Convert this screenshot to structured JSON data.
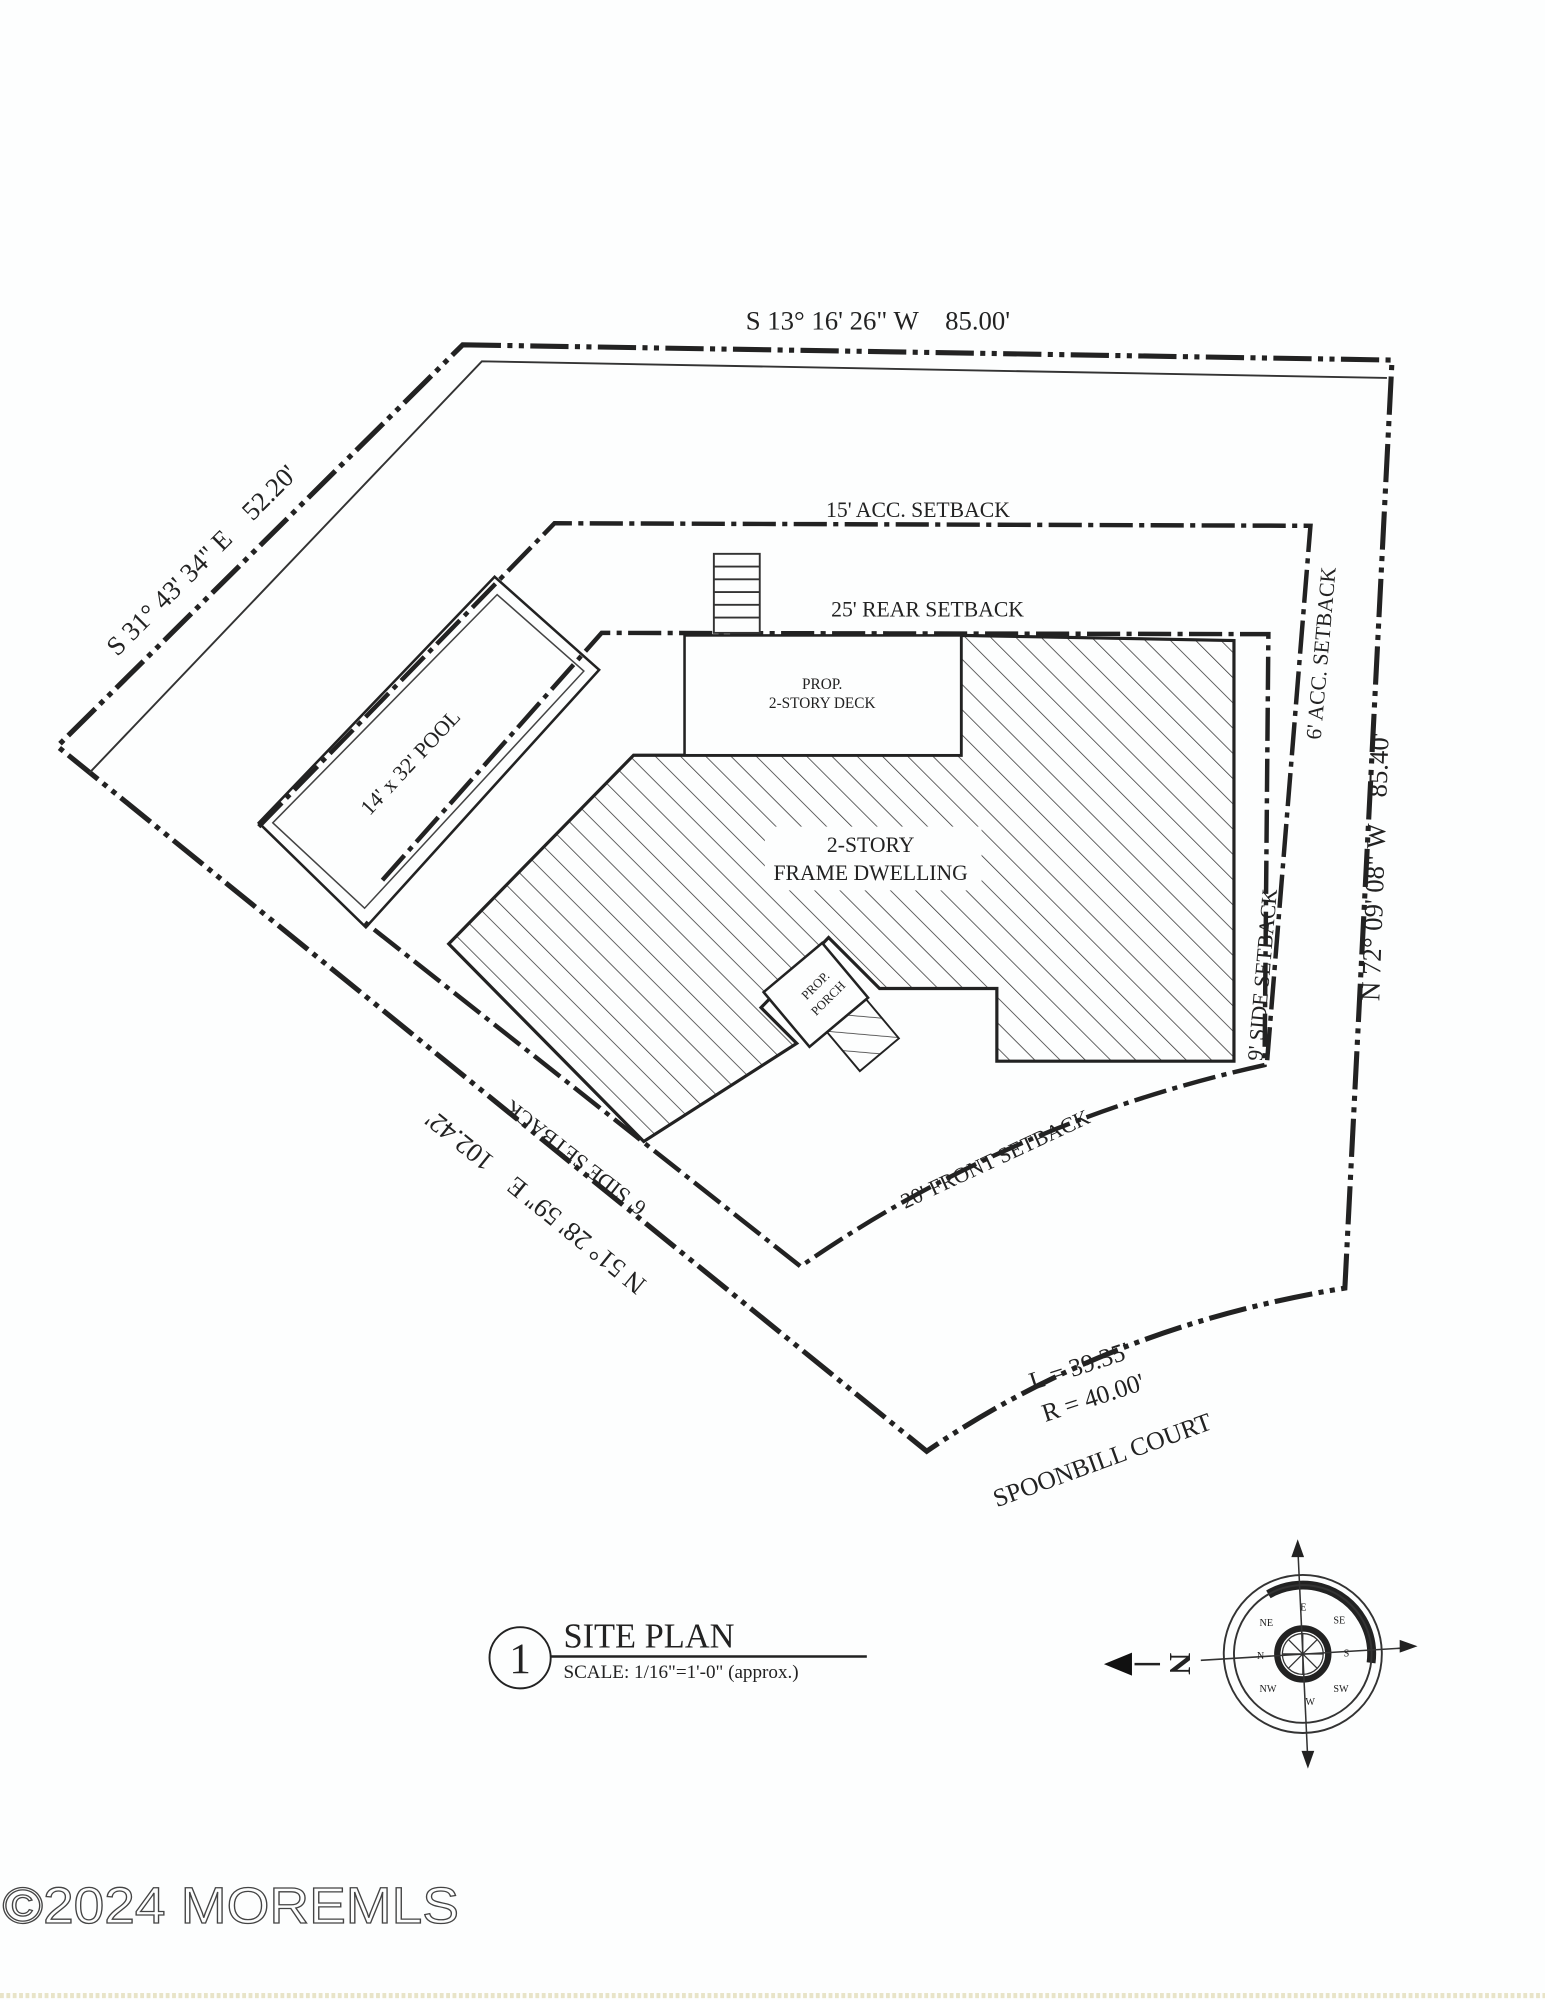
{
  "site_plan": {
    "bearings": {
      "top": "S 13° 16' 26\" W    85.00'",
      "upper_left": "S 31° 43' 34\" E    52.20'",
      "right": "N 72° 09' 08\" W    85.40'",
      "lower_left": "N 51° 28' 59\" E    102.42'"
    },
    "setbacks": {
      "acc_rear": "15' ACC. SETBACK",
      "rear": "25' REAR SETBACK",
      "acc_side": "6' ACC. SETBACK",
      "side_right": "9' SIDE SETBACK",
      "side_left": "6' SIDE SETBACK",
      "front": "20' FRONT SETBACK"
    },
    "structures": {
      "pool": "14' x 32' POOL",
      "deck_line1": "PROP.",
      "deck_line2": "2-STORY DECK",
      "dwelling_line1": "2-STORY",
      "dwelling_line2": "FRAME DWELLING",
      "porch_line1": "PROP.",
      "porch_line2": "PORCH"
    },
    "curve": {
      "length": "L = 39.35'",
      "radius": "R = 40.00'"
    },
    "street": "SPOONBILL COURT"
  },
  "title_block": {
    "number": "1",
    "title": "SITE PLAN",
    "scale": "SCALE: 1/16\"=1'-0\" (approx.)"
  },
  "compass": {
    "north_label": "N",
    "points": [
      "N",
      "NE",
      "E",
      "SE",
      "S",
      "SW",
      "W",
      "NW"
    ]
  },
  "watermark": "©2024 MOREMLS"
}
